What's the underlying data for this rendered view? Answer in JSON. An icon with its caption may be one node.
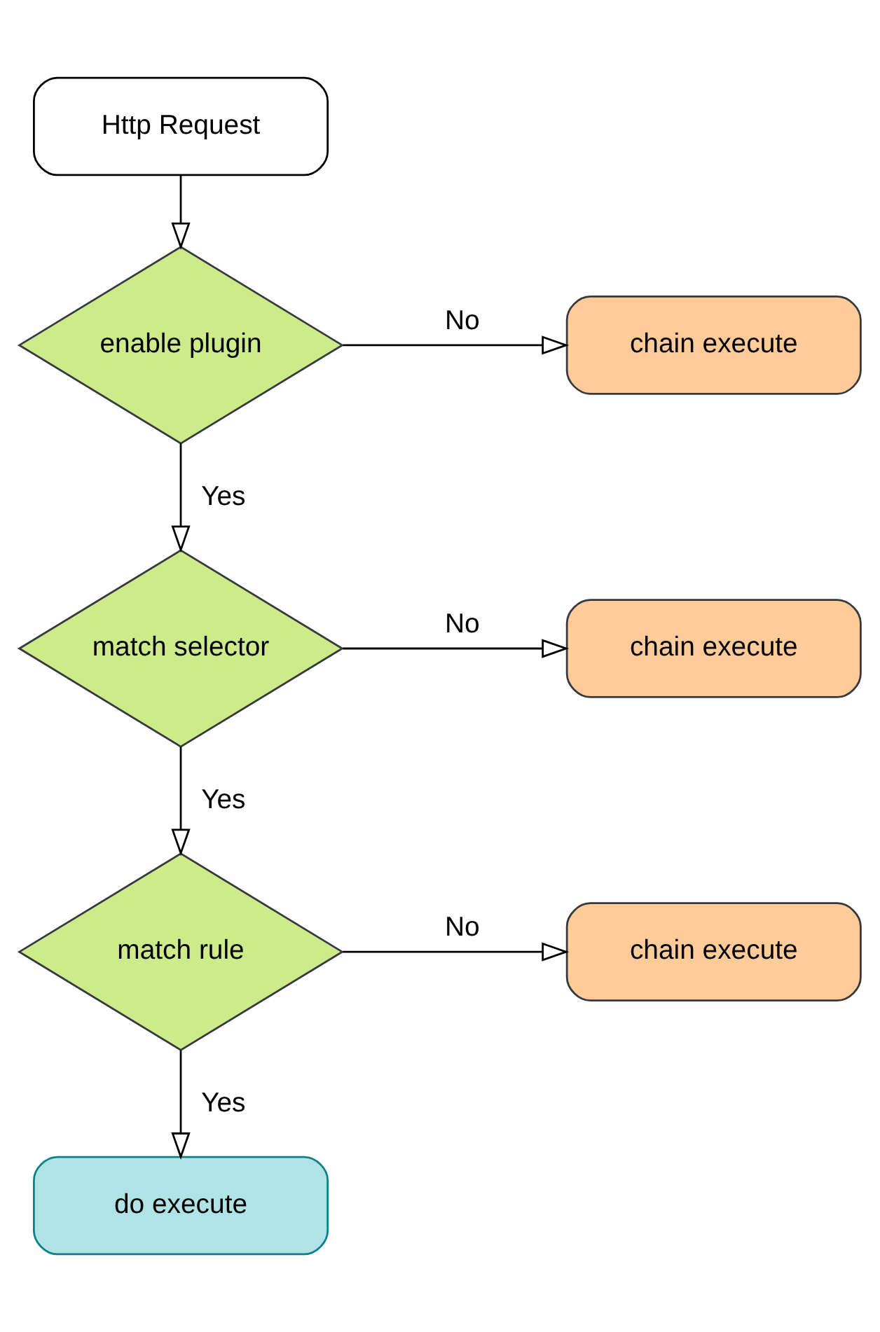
{
  "diagram": {
    "nodes": [
      {
        "text": [
          "Http Request"
        ]
      },
      {
        "text": [
          "enable plugin"
        ]
      },
      {
        "text": [
          "chain execute"
        ]
      },
      {
        "text": [
          "match selector"
        ]
      },
      {
        "text": [
          "chain execute"
        ]
      },
      {
        "text": [
          "match rule"
        ]
      },
      {
        "text": [
          "chain execute"
        ]
      },
      {
        "text": [
          "do execute"
        ]
      }
    ],
    "edges": [
      {
        "from": 0,
        "to": 1,
        "arrow": "to"
      },
      {
        "from": 1,
        "to": 2,
        "arrow": "to",
        "label": "No"
      },
      {
        "from": 1,
        "to": 3,
        "arrow": "to",
        "label": "Yes"
      },
      {
        "from": 3,
        "to": 4,
        "arrow": "to",
        "label": "No"
      },
      {
        "from": 3,
        "to": 5,
        "arrow": "to",
        "label": "Yes"
      },
      {
        "from": 5,
        "to": 6,
        "arrow": "to",
        "label": "No"
      },
      {
        "from": 5,
        "to": 7,
        "arrow": "to",
        "label": "Yes"
      }
    ]
  }
}
